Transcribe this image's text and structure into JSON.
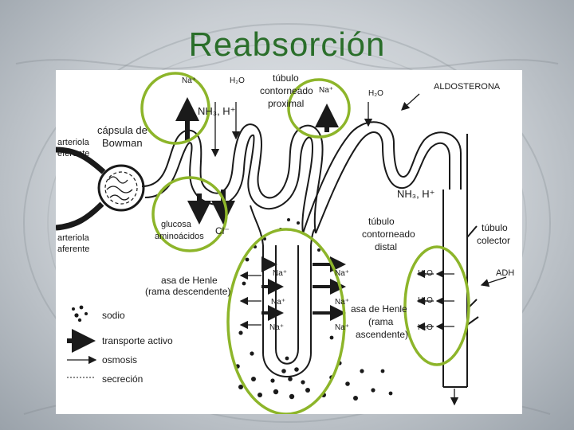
{
  "title": "Reabsorción",
  "labels": {
    "na_top_left": "Na⁺",
    "h2o_top_left": "H₂O",
    "nh3_h": "NH₃, H⁺",
    "tubulo_proximal": [
      "túbulo",
      "contorneado",
      "proximal"
    ],
    "na_top_mid": "Na⁺",
    "h2o_top_mid": "H₂O",
    "aldosterona": "ALDOSTERONA",
    "capsula": [
      "cápsula de",
      "Bowman"
    ],
    "arteriola_eferente": [
      "arteriola",
      "eferente"
    ],
    "arteriola_aferente": [
      "arteriola",
      "aferente"
    ],
    "nh3_h_right": "NH₃, H⁺",
    "glucosa": [
      "glucosa",
      "aminoácidos"
    ],
    "cl": "Cl⁻",
    "tubulo_distal": [
      "túbulo",
      "contorneado",
      "distal"
    ],
    "tubulo_colector": [
      "túbulo",
      "colector"
    ],
    "adh": "ADH",
    "h2o_right_1": "H₂O",
    "h2o_right_2": "H₂O",
    "h2o_right_3": "H₂O",
    "na_loop_1": "Na⁺",
    "na_loop_2": "Na⁺",
    "na_loop_3": "Na⁺",
    "na_loop_r1": "Na⁺",
    "na_loop_r2": "Na⁺",
    "na_loop_r3": "Na⁺",
    "henle_desc": [
      "asa de Henle",
      "(rama descendente)"
    ],
    "henle_asc": [
      "asa de Henle",
      "(rama",
      "ascendente)"
    ]
  },
  "legend": {
    "sodio": "sodio",
    "transporte_activo": "transporte activo",
    "osmosis": "osmosis",
    "secrecion": "secreción"
  },
  "colors": {
    "title": "#2a6e2a",
    "highlight": "#8db52a",
    "ink": "#1a1a1a"
  }
}
